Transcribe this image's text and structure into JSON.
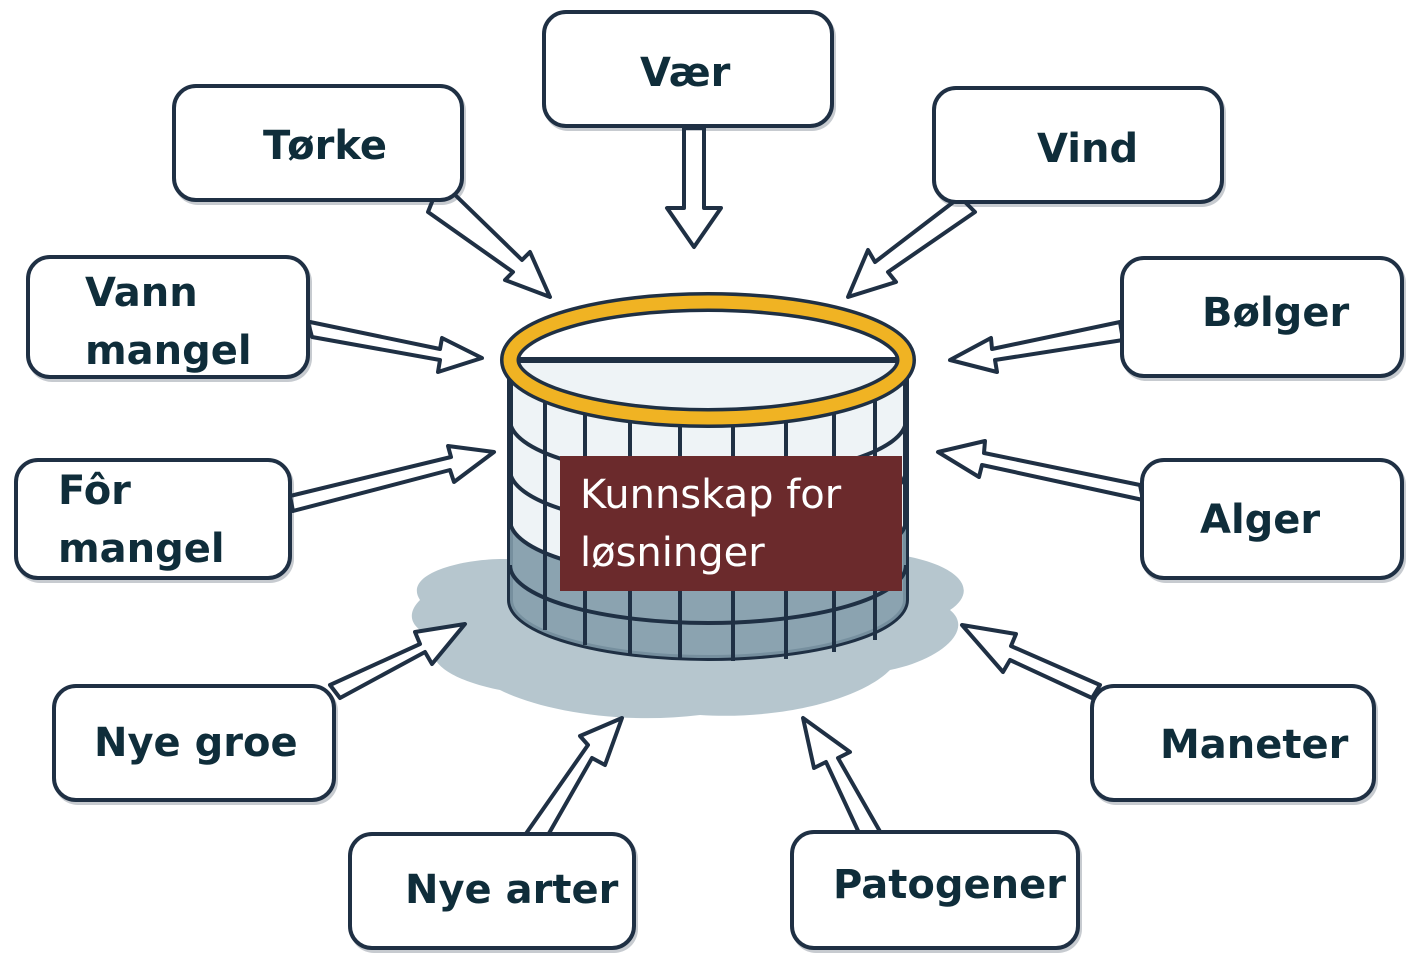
{
  "center": {
    "line1": "Kunnskap for",
    "line2": "løsninger"
  },
  "factors": {
    "vaer": "Vær",
    "torke": "Tørke",
    "vind": "Vind",
    "vann_line1": "Vann",
    "vann_line2": "mangel",
    "bolger": "Bølger",
    "for_line1": "Fôr",
    "for_line2": "mangel",
    "alger": "Alger",
    "nye_groe": "Nye groe",
    "maneter": "Maneter",
    "nye_arter": "Nye arter",
    "patogener": "Patogener"
  },
  "icons": {
    "cage": "fish-farm-net-pen-icon",
    "arrows": "hollow-arrow"
  },
  "colors": {
    "outline": "#1f3044",
    "text": "#0f2d3a",
    "center_box": "#6b2a2c",
    "cage_ring": "#f0b323",
    "water": "#a9bcc6"
  }
}
